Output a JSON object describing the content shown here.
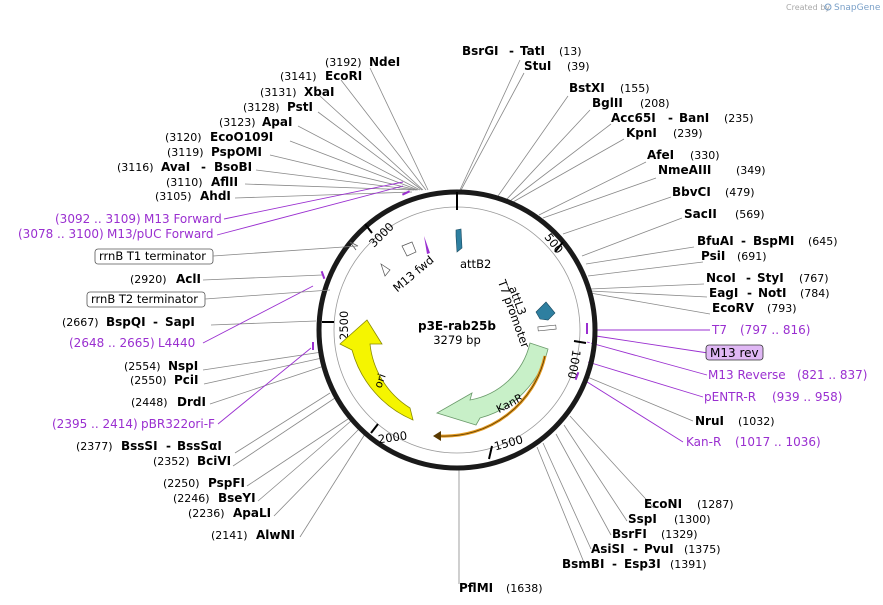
{
  "credit": {
    "created_by": "Created by",
    "brand": "SnapGene"
  },
  "plasmid": {
    "name": "p3E-rab25b",
    "size": "3279 bp"
  },
  "ticks": [
    "500",
    "1000",
    "1500",
    "2000",
    "2500",
    "3000"
  ],
  "features": {
    "attB2": "attB2",
    "attL3": "attL3",
    "t7_promoter": "T7 promoter",
    "kanr": "KanR",
    "ori": "ori",
    "m13_fwd": "M13 fwd"
  },
  "sites": [
    {
      "name": "NdeI",
      "pos": "(3192)"
    },
    {
      "name": "EcoRI",
      "pos": "(3141)"
    },
    {
      "name": "XbaI",
      "pos": "(3131)"
    },
    {
      "name": "PstI",
      "pos": "(3128)"
    },
    {
      "name": "ApaI",
      "pos": "(3123)"
    },
    {
      "name": "EcoO109I",
      "pos": "(3120)"
    },
    {
      "name": "PspOMI",
      "pos": "(3119)"
    },
    {
      "name": "AvaI",
      "name2": "BsoBI",
      "pos": "(3116)"
    },
    {
      "name": "AflII",
      "pos": "(3110)"
    },
    {
      "name": "AhdI",
      "pos": "(3105)"
    },
    {
      "name": "AclI",
      "pos": "(2920)"
    },
    {
      "name": "BspQI",
      "name2": "SapI",
      "pos": "(2667)"
    },
    {
      "name": "NspI",
      "pos": "(2554)"
    },
    {
      "name": "PciI",
      "pos": "(2550)"
    },
    {
      "name": "DrdI",
      "pos": "(2448)"
    },
    {
      "name": "BssSI",
      "name2": "BssSαI",
      "pos": "(2377)"
    },
    {
      "name": "BciVI",
      "pos": "(2352)"
    },
    {
      "name": "PspFI",
      "pos": "(2250)"
    },
    {
      "name": "BseYI",
      "pos": "(2246)"
    },
    {
      "name": "ApaLI",
      "pos": "(2236)"
    },
    {
      "name": "AlwNI",
      "pos": "(2141)"
    },
    {
      "name": "BsrGI",
      "name2": "TatI",
      "pos": "(13)"
    },
    {
      "name": "StuI",
      "pos": "(39)"
    },
    {
      "name": "BstXI",
      "pos": "(155)"
    },
    {
      "name": "BglII",
      "pos": "(208)"
    },
    {
      "name": "Acc65I",
      "name2": "BanI",
      "pos": "(235)"
    },
    {
      "name": "KpnI",
      "pos": "(239)"
    },
    {
      "name": "AfeI",
      "pos": "(330)"
    },
    {
      "name": "NmeAIII",
      "pos": "(349)"
    },
    {
      "name": "BbvCI",
      "pos": "(479)"
    },
    {
      "name": "SacII",
      "pos": "(569)"
    },
    {
      "name": "BfuAI",
      "name2": "BspMI",
      "pos": "(645)"
    },
    {
      "name": "PsiI",
      "pos": "(691)"
    },
    {
      "name": "NcoI",
      "name2": "StyI",
      "pos": "(767)"
    },
    {
      "name": "EagI",
      "name2": "NotI",
      "pos": "(784)"
    },
    {
      "name": "EcoRV",
      "pos": "(793)"
    },
    {
      "name": "NruI",
      "pos": "(1032)"
    },
    {
      "name": "EcoNI",
      "pos": "(1287)"
    },
    {
      "name": "SspI",
      "pos": "(1300)"
    },
    {
      "name": "BsrFI",
      "pos": "(1329)"
    },
    {
      "name": "AsiSI",
      "name2": "PvuI",
      "pos": "(1375)"
    },
    {
      "name": "BsmBI",
      "name2": "Esp3I",
      "pos": "(1391)"
    },
    {
      "name": "PflMI",
      "pos": "(1638)"
    }
  ],
  "primers": [
    {
      "range": "(3092 .. 3109)",
      "name": "M13 Forward"
    },
    {
      "range": "(3078 .. 3100)",
      "name": "M13/pUC Forward"
    },
    {
      "range": "(2648 .. 2665)",
      "name": "L4440"
    },
    {
      "range": "(2395 .. 2414)",
      "name": "pBR322ori-F"
    },
    {
      "name": "T7",
      "range": "(797 .. 816)"
    },
    {
      "name": "M13 rev"
    },
    {
      "name": "M13 Reverse",
      "range": "(821 .. 837)"
    },
    {
      "name": "pENTR-R",
      "range": "(939 .. 958)"
    },
    {
      "name": "Kan-R",
      "range": "(1017 .. 1036)"
    }
  ],
  "terminators": [
    "rrnB T1 terminator",
    "rrnB T2 terminator"
  ],
  "colors": {
    "primer": "#9a2fd0",
    "kanr_fill": "#c8f0c8",
    "ori_fill": "#f5f500",
    "attL3_fill": "#2e7fa0",
    "backbone": "#1a1a1a",
    "m13rev_box": "#e0b8f5"
  }
}
